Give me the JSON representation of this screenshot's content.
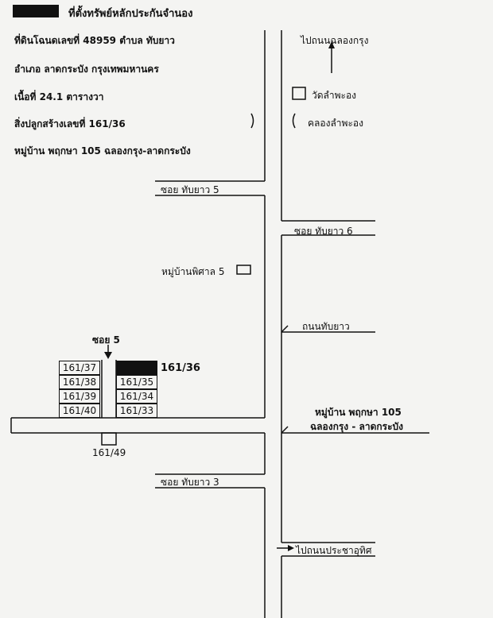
{
  "header": {
    "title": "ที่ตั้งทรัพย์หลักประกันจำนอง"
  },
  "info": {
    "deed": "ที่ดินโฉนดเลขที่  48959  ตำบล ทับยาว",
    "district": "อำเภอ ลาดกระบัง     กรุงเทพมหานคร",
    "area": "เนื้อที่   24.1   ตารางวา",
    "building": "สิ่งปลูกสร้างเลขที่  161/36",
    "village": "หมู่บ้าน  พฤกษา 105 ฉลองกรุง-ลาดกระบัง"
  },
  "labels": {
    "to_chalong_krung": "ไปถนนฉลองกรุง",
    "wat": "วัดลำพะอง",
    "canal": "คลองลำพะอง",
    "soi5": "ซอย ทับยาว 5",
    "soi6": "ซอย ทับยาว 6",
    "phisan": "หมู่บ้านพิศาล 5",
    "thap_yao_road": "ถนนทับยาว",
    "soi5_short": "ซอย 5",
    "village_name_1": "หมู่บ้าน พฤกษา 105",
    "village_name_2": "ฉลองกรุง - ลาดกระบัง",
    "soi3": "ซอย ทับยาว 3",
    "to_pracha_uthit": "ไปถนนประชาอุทิศ",
    "lot_4949": "161/49"
  },
  "lots": {
    "left": [
      "161/37",
      "161/38",
      "161/39",
      "161/40"
    ],
    "right": [
      "",
      "161/35",
      "161/34",
      "161/33"
    ],
    "target": "161/36"
  },
  "colors": {
    "ink": "#111111",
    "paper": "#f4f4f2"
  }
}
